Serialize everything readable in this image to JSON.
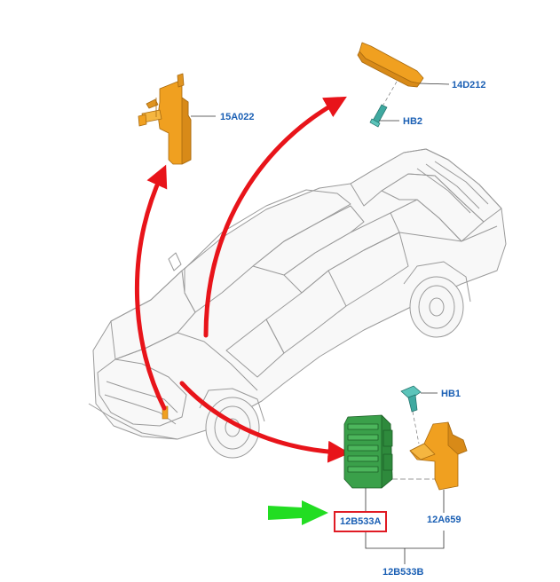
{
  "labels": {
    "sensor_15a022": "15A022",
    "sensor_14d212": "14D212",
    "bolt_hb2": "HB2",
    "bolt_hb1": "HB1",
    "module_12b533a": "12B533A",
    "bracket_12a659": "12A659",
    "assembly_12b533b": "12B533B"
  },
  "colors": {
    "label_text": "#1a5fb4",
    "callout_arrow": "#e8141a",
    "pointer_arrow": "#22dd22",
    "highlight_box": "#e01b24",
    "part_orange": "#f0a020",
    "part_green": "#3aa04a",
    "fastener_teal": "#3fa9a0",
    "vehicle_outline": "#9a9a9a"
  },
  "icons": {
    "pointer": "green-arrow-icon",
    "vehicle": "pickup-truck-icon"
  }
}
